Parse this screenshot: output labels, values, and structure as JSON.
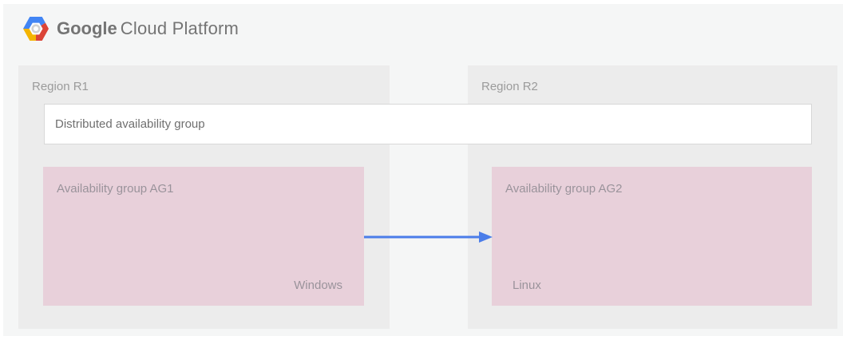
{
  "header": {
    "logo": {
      "icon": "gcp-hexagon-logo",
      "brand_primary": "Google",
      "brand_secondary": "Cloud Platform"
    }
  },
  "diagram": {
    "regions": [
      {
        "label": "Region R1",
        "availability_group": {
          "label": "Availability group AG1",
          "os_label": "Windows"
        }
      },
      {
        "label": "Region R2",
        "availability_group": {
          "label": "Availability group AG2",
          "os_label": "Linux"
        }
      }
    ],
    "distributed_group": {
      "label": "Distributed availability group"
    },
    "arrow": {
      "from": "Availability group AG1",
      "to": "Availability group AG2",
      "direction": "right",
      "color": "#4b7de9"
    },
    "colors": {
      "panel_background": "#f5f6f6",
      "region_background": "#ececec",
      "availability_group_background": "#e8d0da",
      "distributed_group_background": "#ffffff",
      "distributed_group_border": "#d8d8d8",
      "label_gray": "#9b9b9b",
      "logo_text_gray": "#747474",
      "logo_blue": "#4285f4",
      "logo_red": "#db4437",
      "logo_yellow": "#f4b400"
    }
  }
}
